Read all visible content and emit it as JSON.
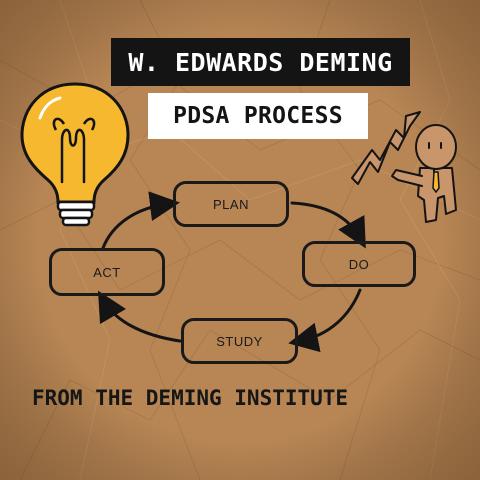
{
  "header": {
    "title": "W. EDWARDS DEMING",
    "subtitle": "PDSA PROCESS"
  },
  "cycle": {
    "steps": [
      {
        "id": "plan",
        "label": "PLAN"
      },
      {
        "id": "do",
        "label": "DO"
      },
      {
        "id": "study",
        "label": "STUDY"
      },
      {
        "id": "act",
        "label": "ACT"
      }
    ]
  },
  "footer": {
    "text": "FROM THE DEMING INSTITUTE"
  },
  "illustrations": {
    "left": "lightbulb-icon",
    "right": "person-with-growth-chart-icon"
  },
  "colors": {
    "background": "#b88654",
    "title_bg": "#141414",
    "subtitle_bg": "#ffffff",
    "bulb": "#f5b82e",
    "ink": "#1a1a1a"
  }
}
